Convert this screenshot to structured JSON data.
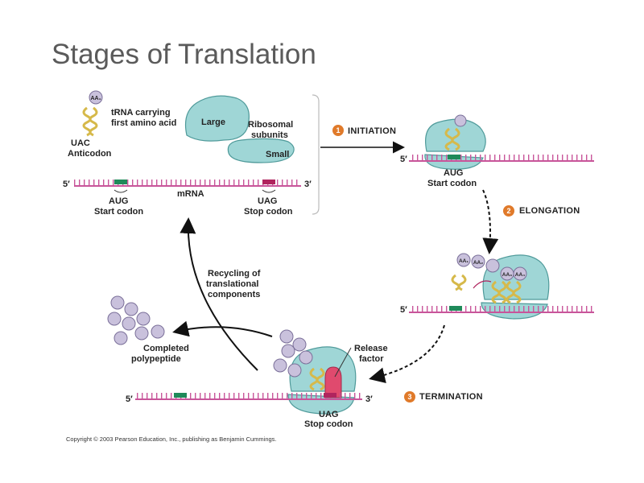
{
  "title": "Stages of Translation",
  "labels": {
    "trna": "tRNA carrying",
    "trna2": "first amino acid",
    "aa1": "AA₁",
    "aa2": "AA₂",
    "aa3": "AA₃",
    "aa4": "AA₄",
    "anticodon_seq": "UAC",
    "anticodon": "Anticodon",
    "large": "Large",
    "small": "Small",
    "ribosomal": "Ribosomal",
    "subunits": "subunits",
    "five_prime": "5′",
    "three_prime": "3′",
    "mrna": "mRNA",
    "aug": "AUG",
    "start_codon": "Start codon",
    "uag": "UAG",
    "stop_codon": "Stop codon",
    "recycling1": "Recycling of",
    "recycling2": "translational",
    "recycling3": "components",
    "completed1": "Completed",
    "completed2": "polypeptide",
    "release1": "Release",
    "release2": "factor"
  },
  "stages": [
    {
      "num": "1",
      "label": "INITIATION"
    },
    {
      "num": "2",
      "label": "ELONGATION"
    },
    {
      "num": "3",
      "label": "TERMINATION"
    }
  ],
  "copyright": "Copyright © 2003 Pearson Education, Inc., publishing as Benjamin Cummings.",
  "colors": {
    "ribosome": "#9fd6d6",
    "ribosome_stroke": "#4f9a9a",
    "mrna": "#c8559a",
    "start": "#1f8a5a",
    "stop": "#b0245e",
    "trna": "#e8d27a",
    "aa": "#c9c1dc",
    "release_factor": "#e04a6e",
    "stage_circle": "#e07a2a"
  }
}
